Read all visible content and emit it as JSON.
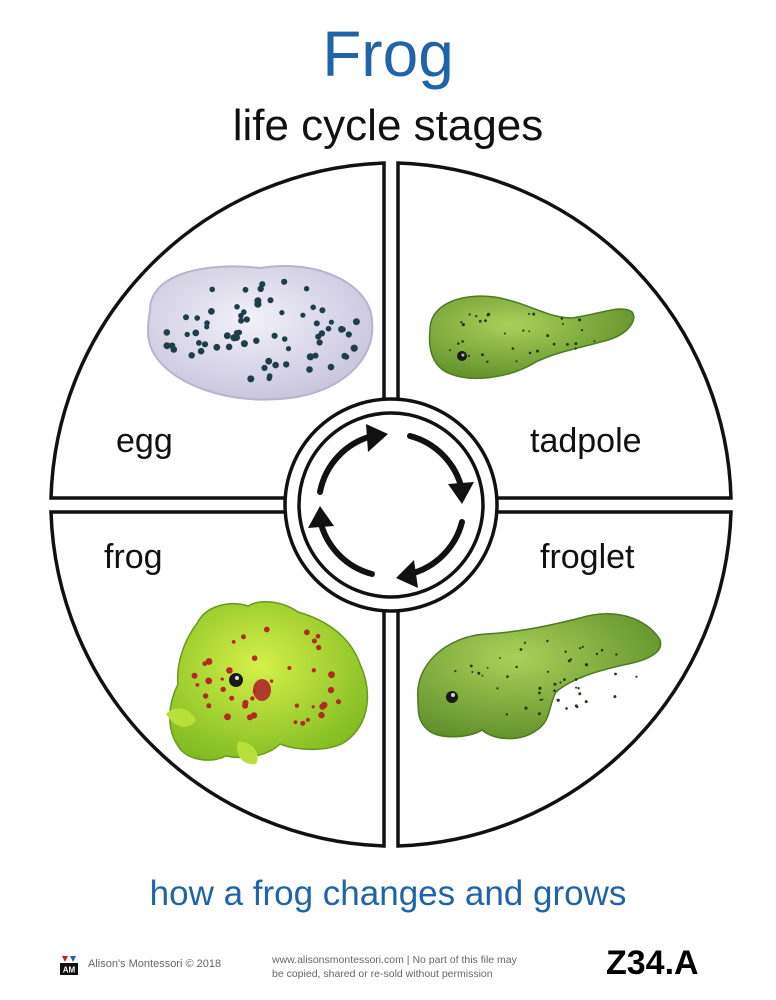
{
  "header": {
    "title": "Frog",
    "subtitle": "life cycle stages"
  },
  "stages": [
    {
      "label": "egg",
      "image": "frog-egg-mass"
    },
    {
      "label": "tadpole",
      "image": "tadpole"
    },
    {
      "label": "froglet",
      "image": "froglet"
    },
    {
      "label": "frog",
      "image": "adult-frog"
    }
  ],
  "caption": "how a frog changes and grows",
  "footer": {
    "copyright": "Alison's Montessori © 2018",
    "legal_line_1": "www.alisonsmontessori.com | No part of this file may",
    "legal_line_2": "be copied, shared or re-sold without permission",
    "code": "Z34.A",
    "logo_letters": "AM"
  },
  "colors": {
    "title_blue": "#1f64a8",
    "frog_green": "#8fc43a",
    "egg_lilac": "#d9d6ea"
  },
  "icons": [
    "cycle-arrows-icon",
    "logo-icon"
  ]
}
